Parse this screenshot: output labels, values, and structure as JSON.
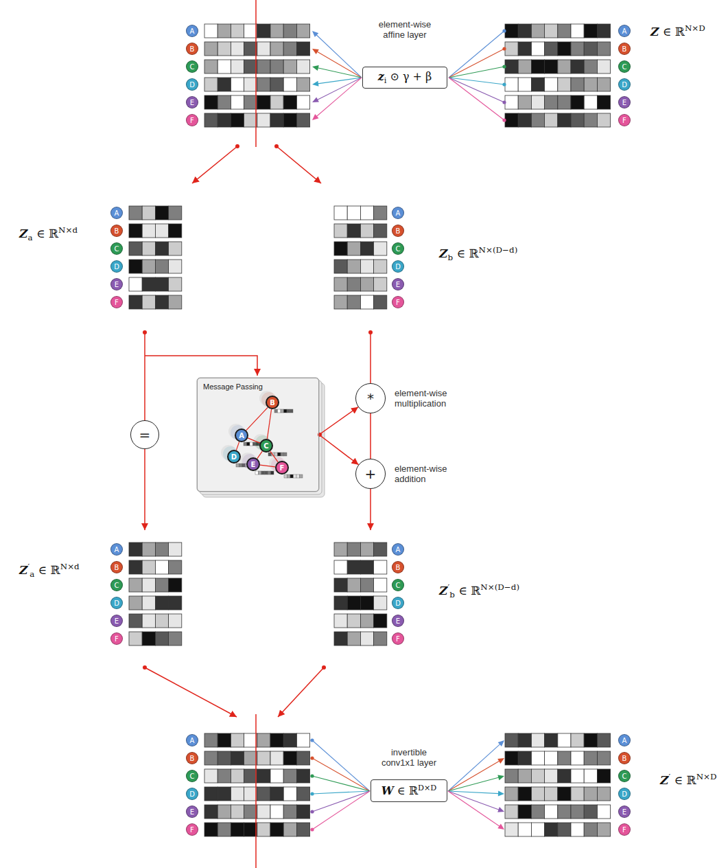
{
  "diagram": {
    "nodes": [
      {
        "text": [
          "A"
        ]
      },
      {
        "text": [
          "B"
        ]
      },
      {
        "text": [
          "C"
        ]
      },
      {
        "text": [
          "D"
        ]
      },
      {
        "text": [
          "E"
        ]
      },
      {
        "text": [
          "F"
        ]
      },
      {
        "text": [
          "element-wise affine layer",
          "zi ⊙ γ + β"
        ]
      },
      {
        "text": [
          "A"
        ]
      },
      {
        "text": [
          "B"
        ]
      },
      {
        "text": [
          "C"
        ]
      },
      {
        "text": [
          "D"
        ]
      },
      {
        "text": [
          "E"
        ]
      },
      {
        "text": [
          "F"
        ]
      },
      {
        "text": [
          "A"
        ]
      },
      {
        "text": [
          "B"
        ]
      },
      {
        "text": [
          "C"
        ]
      },
      {
        "text": [
          "D"
        ]
      },
      {
        "text": [
          "E"
        ]
      },
      {
        "text": [
          "F"
        ]
      },
      {
        "text": [
          "A"
        ]
      },
      {
        "text": [
          "B"
        ]
      },
      {
        "text": [
          "C"
        ]
      },
      {
        "text": [
          "D"
        ]
      },
      {
        "text": [
          "E"
        ]
      },
      {
        "text": [
          "F"
        ]
      },
      {
        "text": [
          "="
        ]
      },
      {
        "text": [
          "Message Passing"
        ]
      },
      {
        "text": [
          "A"
        ],
        "in": 26
      },
      {
        "text": [
          "B"
        ],
        "in": 26
      },
      {
        "text": [
          "C"
        ],
        "in": 26
      },
      {
        "text": [
          "D"
        ],
        "in": 26
      },
      {
        "text": [
          "E"
        ],
        "in": 26
      },
      {
        "text": [
          "F"
        ],
        "in": 26
      },
      {
        "text": [
          "*",
          "element-wise multiplication"
        ]
      },
      {
        "text": [
          "+",
          "element-wise addition"
        ]
      },
      {
        "text": [
          "A"
        ]
      },
      {
        "text": [
          "B"
        ]
      },
      {
        "text": [
          "C"
        ]
      },
      {
        "text": [
          "D"
        ]
      },
      {
        "text": [
          "E"
        ]
      },
      {
        "text": [
          "F"
        ]
      },
      {
        "text": [
          "A"
        ]
      },
      {
        "text": [
          "B"
        ]
      },
      {
        "text": [
          "C"
        ]
      },
      {
        "text": [
          "D"
        ]
      },
      {
        "text": [
          "E"
        ]
      },
      {
        "text": [
          "F"
        ]
      },
      {
        "text": [
          "A"
        ]
      },
      {
        "text": [
          "B"
        ]
      },
      {
        "text": [
          "C"
        ]
      },
      {
        "text": [
          "D"
        ]
      },
      {
        "text": [
          "E"
        ]
      },
      {
        "text": [
          "F"
        ]
      },
      {
        "text": [
          "invertible conv1x1 layer",
          "W ∈ ℝD×D"
        ]
      },
      {
        "text": [
          "A"
        ]
      },
      {
        "text": [
          "B"
        ]
      },
      {
        "text": [
          "C"
        ]
      },
      {
        "text": [
          "D"
        ]
      },
      {
        "text": [
          "E"
        ]
      },
      {
        "text": [
          "F"
        ]
      }
    ],
    "edges": [
      {
        "from": 27,
        "to": 28,
        "arrow": "none"
      },
      {
        "from": 27,
        "to": 29,
        "arrow": "none"
      },
      {
        "from": 27,
        "to": 30,
        "arrow": "none"
      },
      {
        "from": 28,
        "to": 29,
        "arrow": "none"
      },
      {
        "from": 29,
        "to": 31,
        "arrow": "none"
      },
      {
        "from": 29,
        "to": 32,
        "arrow": "none"
      },
      {
        "from": 31,
        "to": 32,
        "arrow": "none"
      },
      {
        "from": 26,
        "to": 33,
        "arrow": "to"
      },
      {
        "from": 26,
        "to": 34,
        "arrow": "to"
      },
      {
        "from": 33,
        "to": 34,
        "arrow": "none"
      }
    ],
    "labels": [
      "Z ∈ ℝN×D",
      "Za ∈ ℝN×d",
      "Zb ∈ ℝN×(D−d)",
      "Z′a ∈ ℝN×d",
      "Z′b ∈ ℝN×(D−d)",
      "Z′ ∈ ℝN×D"
    ]
  }
}
